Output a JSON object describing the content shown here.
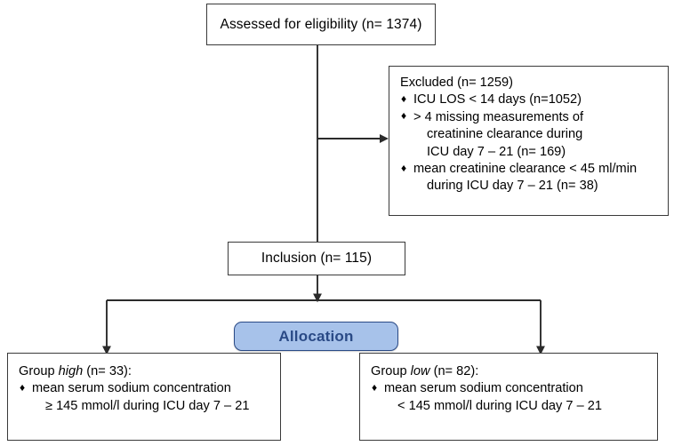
{
  "diagram": {
    "type": "study-flow-chart",
    "nodes": {
      "assessed": {
        "label": "Assessed for eligibility (n= 1374)"
      },
      "excluded": {
        "heading": "Excluded (n= 1259)",
        "bullets": [
          {
            "line1": "ICU LOS < 14 days (n=1052)",
            "line2": "",
            "line3": ""
          },
          {
            "line1": "> 4 missing measurements of",
            "line2": "creatinine clearance during",
            "line3": "ICU day 7 – 21 (n= 169)"
          },
          {
            "line1": "mean creatinine clearance < 45 ml/min",
            "line2": "during ICU day 7 – 21  (n= 38)",
            "line3": ""
          }
        ]
      },
      "inclusion": {
        "label": "Inclusion (n= 115)"
      },
      "allocation": {
        "label": "Allocation"
      },
      "group_high": {
        "heading_prefix": "Group ",
        "heading_emphasis": "high",
        "heading_suffix": " (n= 33):",
        "bullet_line1": "mean serum sodium concentration",
        "bullet_line2": "≥ 145 mmol/l during ICU day 7 – 21"
      },
      "group_low": {
        "heading_prefix": "Group ",
        "heading_emphasis": "low",
        "heading_suffix": " (n= 82):",
        "bullet_line1": "mean serum sodium concentration",
        "bullet_line2": "< 145 mmol/l during ICU day 7 – 21"
      }
    },
    "bullet_glyph": "♦",
    "colors": {
      "box_border": "#3a3a3a",
      "box_fill": "#ffffff",
      "connector": "#2b2b2b",
      "allocation_fill": "#a7c2ea",
      "allocation_border": "#2a4a86",
      "allocation_text": "#2a4a86",
      "text": "#000000"
    }
  }
}
